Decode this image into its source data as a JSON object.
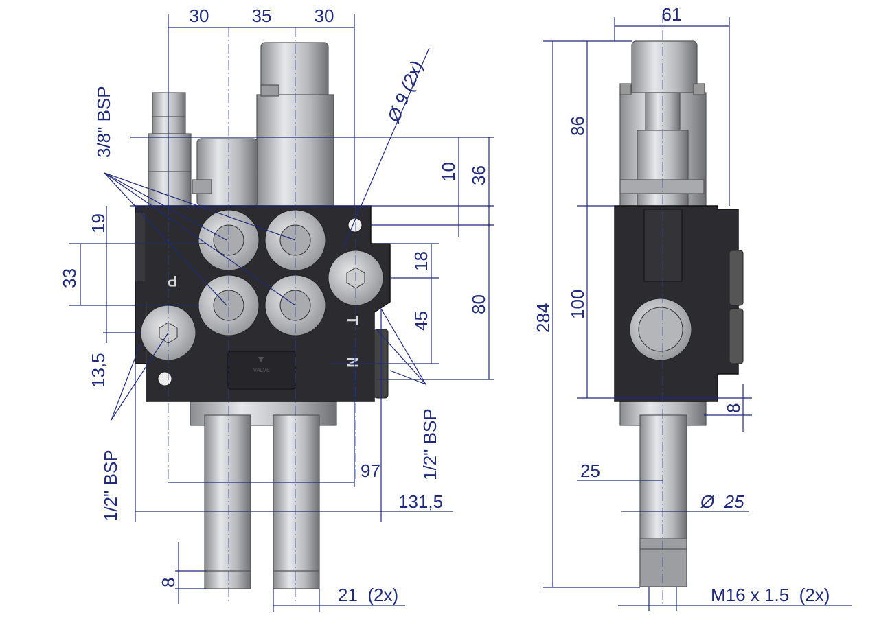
{
  "drawing": {
    "front_view": {
      "dims_top": [
        "30",
        "35",
        "30"
      ],
      "thread_top": "3/8\" BSP",
      "hole": "Ø 9  (2x)",
      "dims_right": [
        "10",
        "36",
        "18",
        "80",
        "45"
      ],
      "dims_left": [
        "19",
        "33",
        "13,5"
      ],
      "thread_left": "1/2\" BSP",
      "thread_right": "1/2\" BSP",
      "width_97": "97",
      "width_131": "131,5",
      "spool_end": "8",
      "spool_width": "21  (2x)",
      "port_labels": [
        "P",
        "T",
        "N"
      ],
      "nameplate": "VALVE"
    },
    "side_view": {
      "width": "61",
      "height_86": "86",
      "height_100": "100",
      "height_total": "284",
      "offset_8": "8",
      "offset_25": "25",
      "spool_diameter": "Ø  25",
      "thread": "M16 x 1.5  (2x)"
    },
    "colors": {
      "dimension": "#1f2a7a",
      "body": "#2b2b30",
      "metal": "#c8c9cc"
    }
  }
}
